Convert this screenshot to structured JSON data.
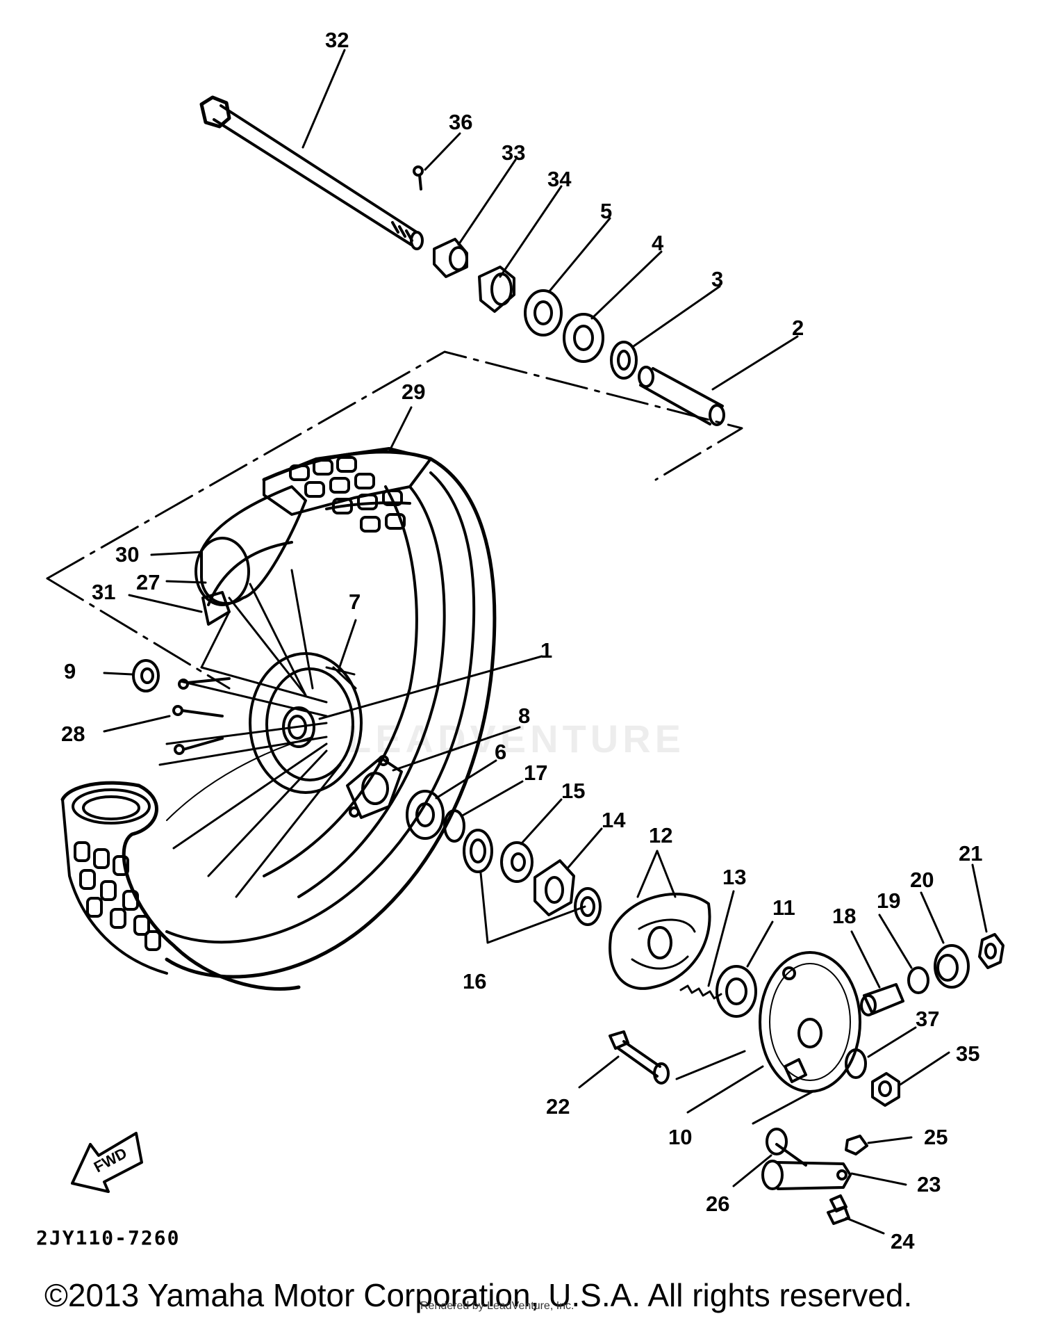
{
  "diagram": {
    "code": "2JY110-7260",
    "direction_marker": "FWD",
    "copyright": "©2013 Yamaha Motor Corporation, U.S.A. All rights reserved.",
    "rendered_by": "Rendered by LeadVenture, Inc.",
    "watermark": "LEADVENTURE",
    "part_labels": [
      "32",
      "36",
      "33",
      "34",
      "5",
      "4",
      "3",
      "2",
      "29",
      "30",
      "27",
      "31",
      "7",
      "1",
      "9",
      "28",
      "8",
      "6",
      "17",
      "15",
      "14",
      "12",
      "13",
      "11",
      "18",
      "19",
      "20",
      "21",
      "16",
      "37",
      "35",
      "22",
      "10",
      "25",
      "23",
      "26",
      "24"
    ]
  }
}
